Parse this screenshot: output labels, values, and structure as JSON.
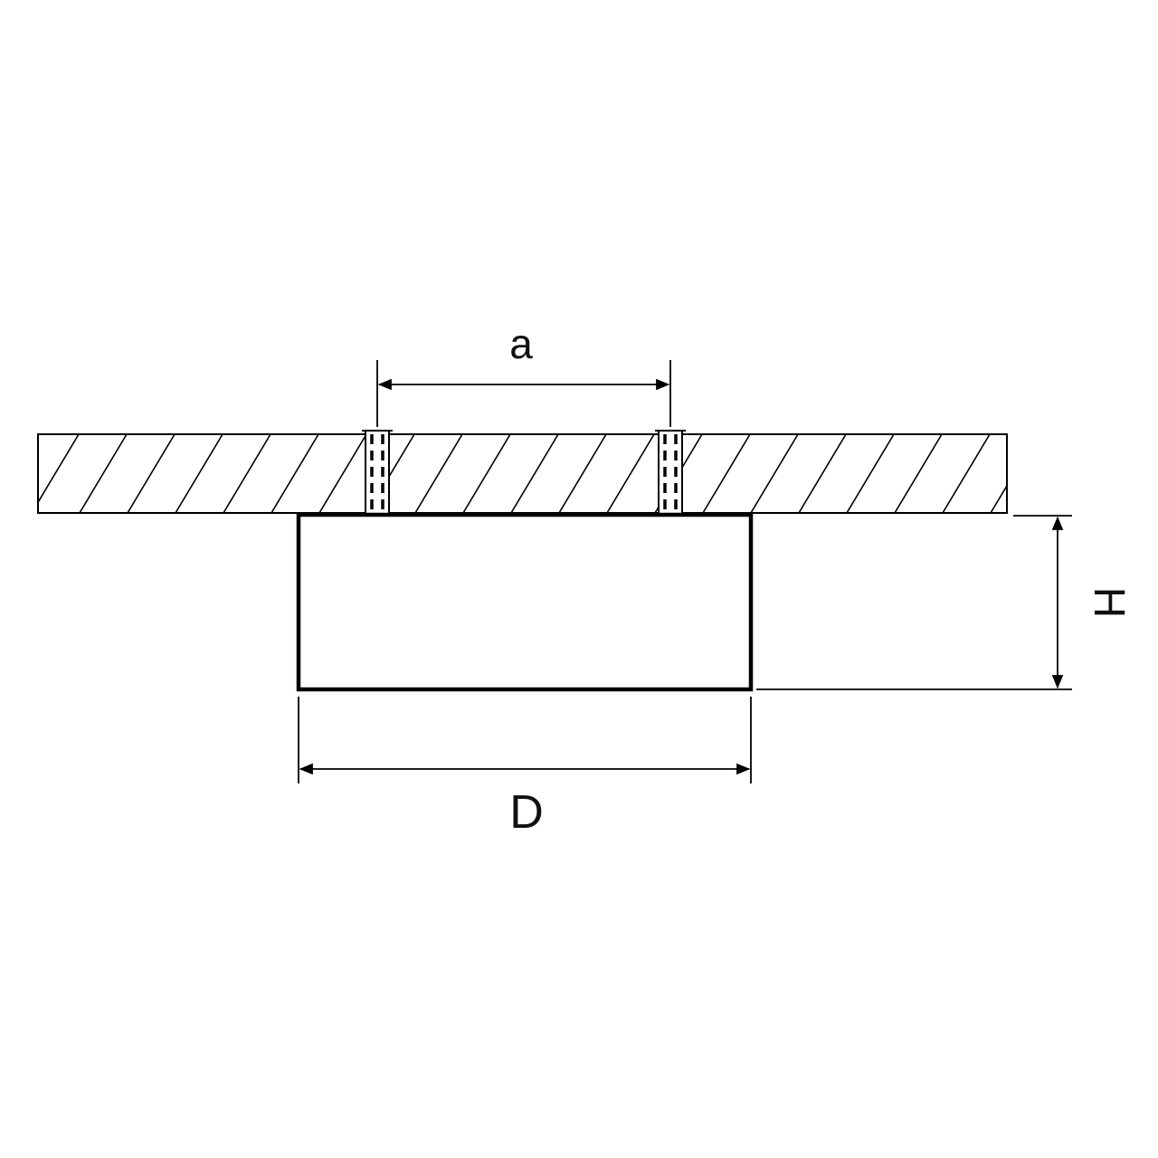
{
  "labels": {
    "a": "a",
    "H": "H",
    "D": "D"
  },
  "colors": {
    "line": "#000000",
    "background": "#ffffff"
  },
  "diagram": {
    "type": "technical-dimension-drawing",
    "parts": {
      "ceiling": "hatched-mounting-surface",
      "fixture": "surface-mounted-downlight-body",
      "fasteners": "two-dashed-screw-channels"
    }
  }
}
